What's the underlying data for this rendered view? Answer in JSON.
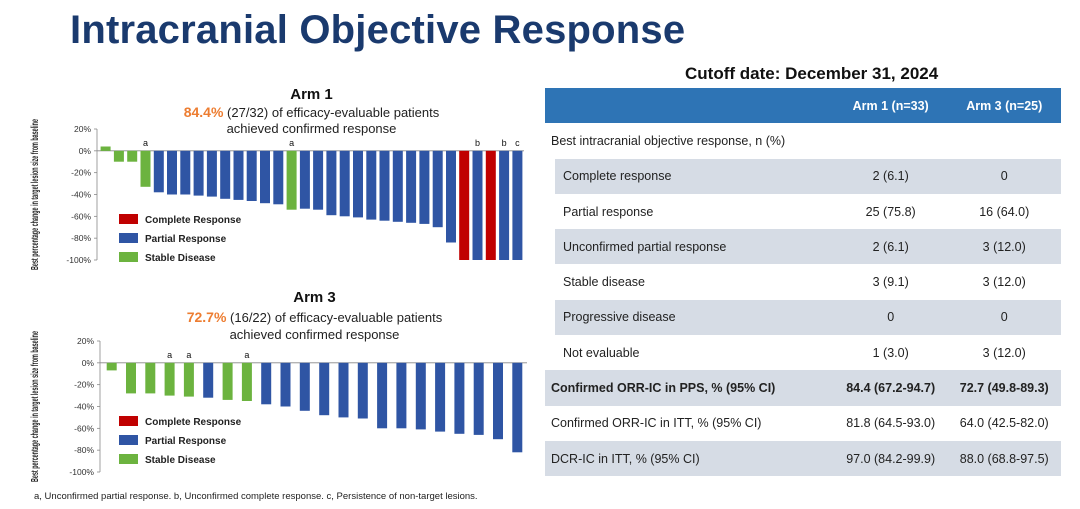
{
  "title": "Intracranial Objective Response",
  "cutoff": "Cutoff date: December 31, 2024",
  "colors": {
    "complete": "#c00000",
    "partial": "#2f55a4",
    "stable": "#6cb33f",
    "accent": "#ed7d31",
    "title": "#1a3a6e",
    "header": "#2e74b5",
    "shade": "#d6dce5"
  },
  "ylabel": "Best percentage change in target lesion size from baseline",
  "chart_data": [
    {
      "type": "bar",
      "title": "Arm 1",
      "subtitle_highlight": "84.4%",
      "subtitle_rest": " (27/32) of efficacy-evaluable patients",
      "subtitle_line2": "achieved confirmed response",
      "ylabel": "Best percentage change in target lesion size from baseline",
      "ylim": [
        -100,
        20
      ],
      "yticks": [
        "20%",
        "0%",
        "-20%",
        "-40%",
        "-60%",
        "-80%",
        "-100%"
      ],
      "legend": [
        {
          "label": "Complete Response",
          "key": "CR"
        },
        {
          "label": "Partial Response",
          "key": "PR"
        },
        {
          "label": "Stable Disease",
          "key": "SD"
        }
      ],
      "values": [
        4,
        -10,
        -10,
        -33,
        -38,
        -40,
        -40,
        -41,
        -42,
        -44,
        -45,
        -46,
        -48,
        -49,
        -54,
        -53,
        -54,
        -59,
        -60,
        -61,
        -63,
        -64,
        -65,
        -66,
        -67,
        -70,
        -84,
        -100,
        -100,
        -100,
        -100,
        -100
      ],
      "categories_response": [
        "SD",
        "SD",
        "SD",
        "SD",
        "PR",
        "PR",
        "PR",
        "PR",
        "PR",
        "PR",
        "PR",
        "PR",
        "PR",
        "PR",
        "SD",
        "PR",
        "PR",
        "PR",
        "PR",
        "PR",
        "PR",
        "PR",
        "PR",
        "PR",
        "PR",
        "PR",
        "PR",
        "CR",
        "PR",
        "CR",
        "PR",
        "PR"
      ],
      "annotations": [
        {
          "index": 3,
          "text": "a"
        },
        {
          "index": 14,
          "text": "a"
        },
        {
          "index": 28,
          "text": "b"
        },
        {
          "index": 30,
          "text": "b"
        },
        {
          "index": 31,
          "text": "c"
        }
      ]
    },
    {
      "type": "bar",
      "title": "Arm 3",
      "subtitle_highlight": "72.7%",
      "subtitle_rest": " (16/22) of efficacy-evaluable patients",
      "subtitle_line2": "achieved confirmed response",
      "ylabel": "Best percentage change in target lesion size from baseline",
      "ylim": [
        -100,
        20
      ],
      "yticks": [
        "20%",
        "0%",
        "-20%",
        "-40%",
        "-60%",
        "-80%",
        "-100%"
      ],
      "legend": [
        {
          "label": "Complete Response",
          "key": "CR"
        },
        {
          "label": "Partial Response",
          "key": "PR"
        },
        {
          "label": "Stable Disease",
          "key": "SD"
        }
      ],
      "values": [
        -7,
        -28,
        -28,
        -30,
        -31,
        -32,
        -34,
        -35,
        -38,
        -40,
        -44,
        -48,
        -50,
        -51,
        -60,
        -60,
        -61,
        -63,
        -65,
        -66,
        -70,
        -82
      ],
      "categories_response": [
        "SD",
        "SD",
        "SD",
        "SD",
        "SD",
        "PR",
        "SD",
        "SD",
        "PR",
        "PR",
        "PR",
        "PR",
        "PR",
        "PR",
        "PR",
        "PR",
        "PR",
        "PR",
        "PR",
        "PR",
        "PR",
        "PR"
      ],
      "annotations": [
        {
          "index": 3,
          "text": "a"
        },
        {
          "index": 4,
          "text": "a"
        },
        {
          "index": 7,
          "text": "a"
        }
      ]
    }
  ],
  "table": {
    "headers": [
      "",
      "Arm 1 (n=33)",
      "Arm 3 (n=25)"
    ],
    "rows": [
      {
        "label": "Best intracranial objective response, n (%)",
        "a1": "",
        "a3": "",
        "style": "plain"
      },
      {
        "label": "Complete response",
        "a1": "2 (6.1)",
        "a3": "0",
        "style": "sub shade"
      },
      {
        "label": "Partial response",
        "a1": "25 (75.8)",
        "a3": "16 (64.0)",
        "style": "sub"
      },
      {
        "label": "Unconfirmed partial response",
        "a1": "2 (6.1)",
        "a3": "3 (12.0)",
        "style": "sub shade"
      },
      {
        "label": "Stable disease",
        "a1": "3 (9.1)",
        "a3": "3 (12.0)",
        "style": "sub"
      },
      {
        "label": "Progressive disease",
        "a1": "0",
        "a3": "0",
        "style": "sub shade"
      },
      {
        "label": "Not evaluable",
        "a1": "1 (3.0)",
        "a3": "3 (12.0)",
        "style": "sub"
      },
      {
        "label": "Confirmed ORR-IC in PPS, % (95% CI)",
        "a1": "84.4 (67.2-94.7)",
        "a3": "72.7 (49.8-89.3)",
        "style": "shade bold"
      },
      {
        "label": "Confirmed ORR-IC in ITT, % (95% CI)",
        "a1": "81.8 (64.5-93.0)",
        "a3": "64.0 (42.5-82.0)",
        "style": "plain"
      },
      {
        "label": "DCR-IC in ITT, % (95% CI)",
        "a1": "97.0 (84.2-99.9)",
        "a3": "88.0 (68.8-97.5)",
        "style": "shade"
      }
    ]
  },
  "footnote": "a, Unconfirmed partial response. b, Unconfirmed complete response. c, Persistence of non-target lesions."
}
